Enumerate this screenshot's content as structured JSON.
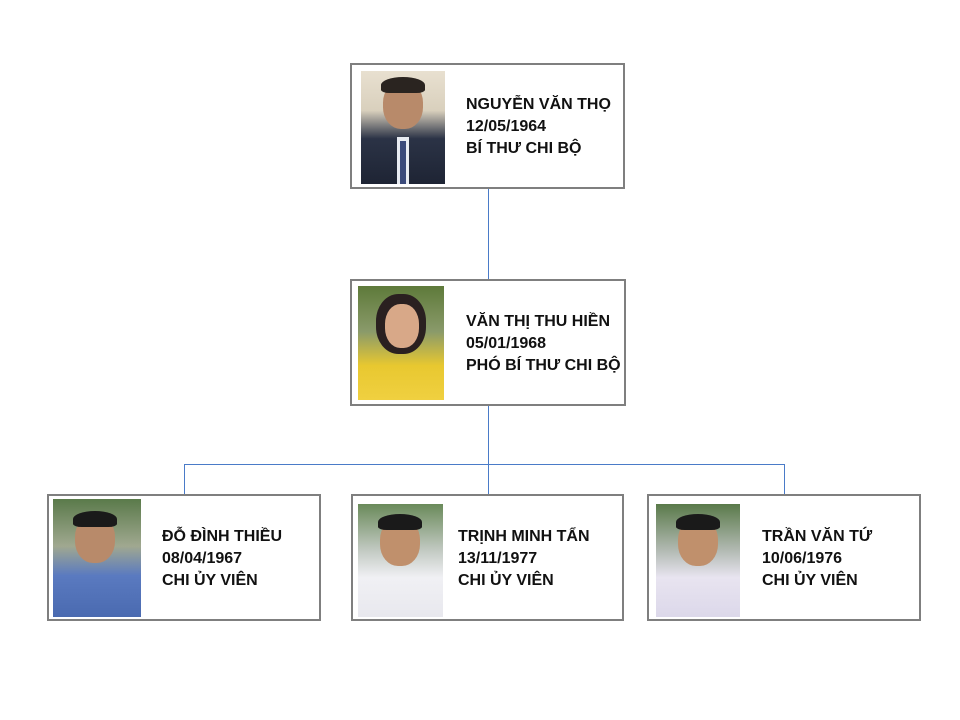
{
  "nodes": {
    "secretary": {
      "name": "NGUYỄN VĂN THỌ",
      "dob": "12/05/1964",
      "role": "BÍ THƯ CHI BỘ"
    },
    "deputy": {
      "name": "VĂN THỊ THU HIỀN",
      "dob": "05/01/1968",
      "role": "PHÓ BÍ THƯ CHI BỘ"
    },
    "members": [
      {
        "name": "ĐỖ ĐÌNH THIỀU",
        "dob": "08/04/1967",
        "role": "CHI ỦY VIÊN"
      },
      {
        "name": "TRỊNH MINH TẨN",
        "dob": "13/11/1977",
        "role": "CHI ỦY VIÊN"
      },
      {
        "name": "TRẦN VĂN TỨ",
        "dob": "10/06/1976",
        "role": "CHI ỦY VIÊN"
      }
    ]
  },
  "colors": {
    "connector": "#4a7bc8",
    "border": "#7f7f7f"
  }
}
